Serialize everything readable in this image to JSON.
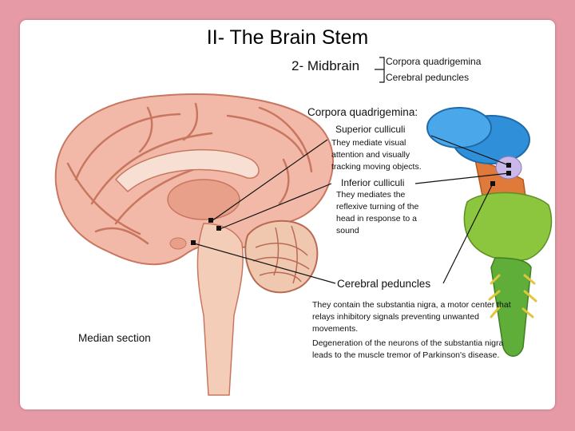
{
  "title": "II- The Brain Stem",
  "midbrain": {
    "label": "2- Midbrain",
    "parts": [
      "Corpora quadrigemina",
      "Cerebral peduncles"
    ]
  },
  "cq": {
    "heading": "Corpora quadrigemina:",
    "superior": {
      "label": "Superior culliculi",
      "lines": [
        "They mediate visual",
        "attention and visually",
        "tracking moving objects."
      ]
    },
    "inferior": {
      "label": "Inferior culliculi",
      "lines": [
        "They mediates the",
        "reflexive turning of the",
        "head in response to a",
        "sound"
      ]
    }
  },
  "peduncles": {
    "label": "Cerebral peduncles",
    "para1": "They contain the substantia nigra, a motor center that relays inhibitory signals preventing unwanted movements.",
    "para2": "Degeneration of the neurons of the substantia nigra leads to the muscle tremor of Parkinson's disease."
  },
  "caption": "Median section",
  "colors": {
    "background": "#e59aa6",
    "brain_pink": "#f2b9a8",
    "gyri_outline": "#c8765f",
    "cerebellum": "#f0c8b0",
    "colliculi_blue": "#2f8fd8",
    "brainstem_orange": "#e07a3a",
    "pons_green": "#8cc63f",
    "medulla_green": "#5fae3a"
  }
}
